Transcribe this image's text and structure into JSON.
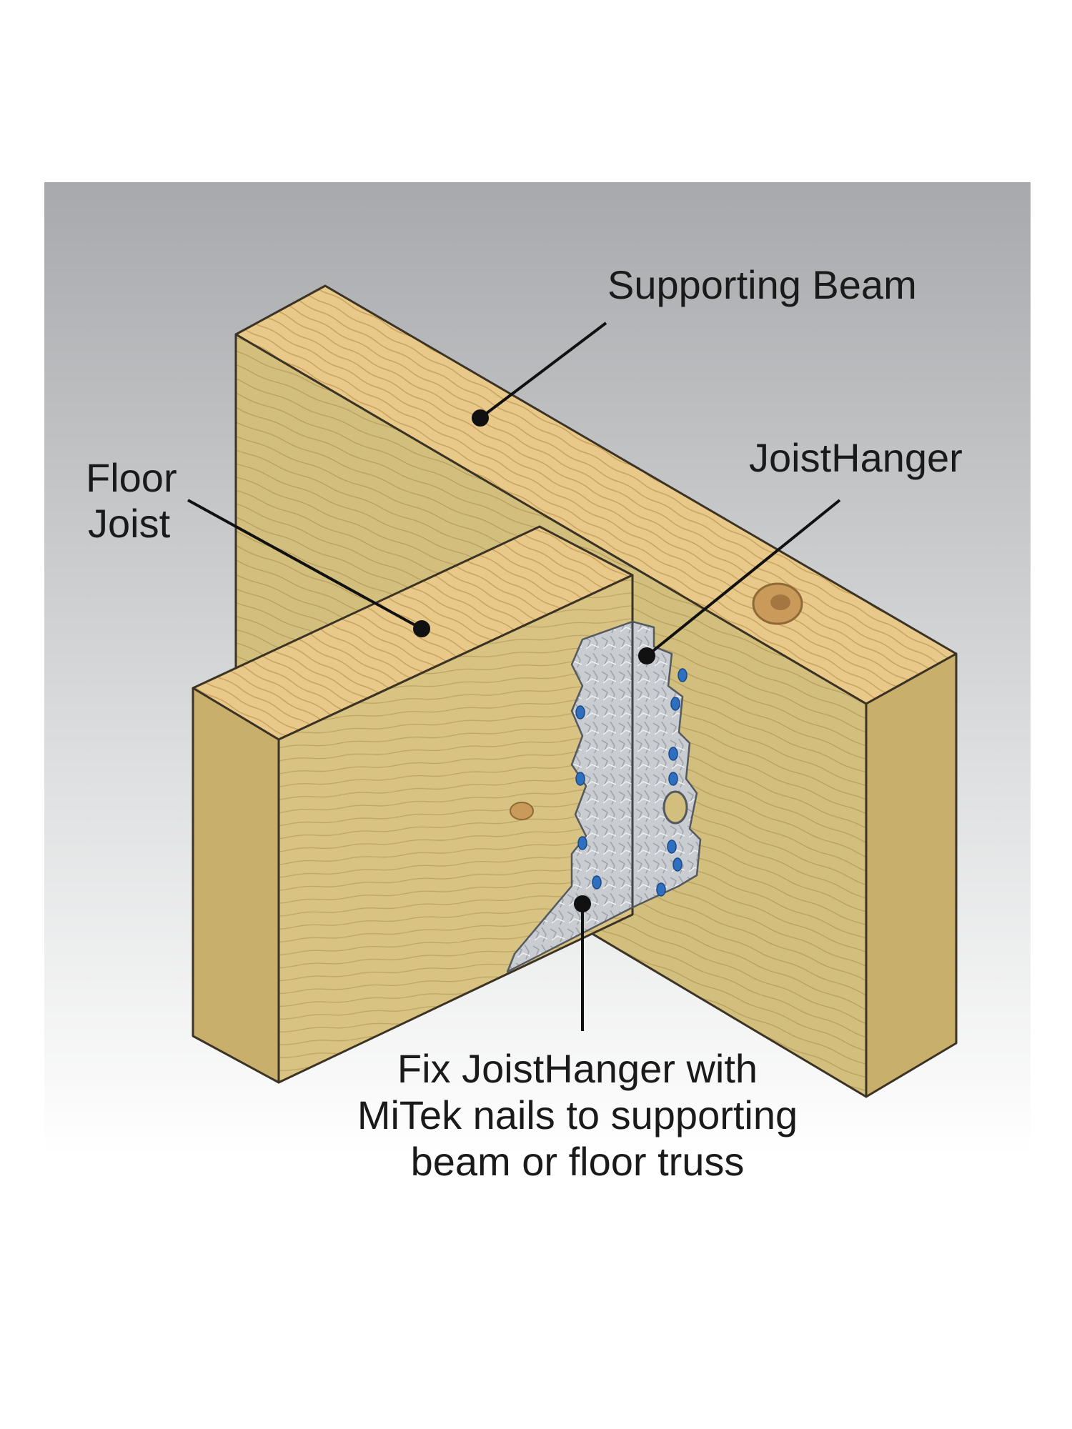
{
  "labels": {
    "supporting_beam": "Supporting Beam",
    "floor_joist_line1": "Floor",
    "floor_joist_line2": "Joist",
    "joist_hanger": "JoistHanger",
    "instruction_line1": "Fix JoistHanger with",
    "instruction_line2": "MiTek nails to supporting",
    "instruction_line3": "beam or floor truss"
  },
  "colors": {
    "background_top": "#a7a9ac",
    "background_bottom": "#ffffff",
    "wood_top": "#e8c98a",
    "wood_side": "#d3bf7d",
    "wood_end": "#c8b06c",
    "wood_outline": "#3b3324",
    "metal": "#c9ccd0",
    "nail": "#2e6fbf",
    "leader": "#111111"
  },
  "icons": {
    "beam": "timber-beam-shape",
    "joist": "timber-joist-shape",
    "hanger": "metal-joist-hanger-shape"
  }
}
